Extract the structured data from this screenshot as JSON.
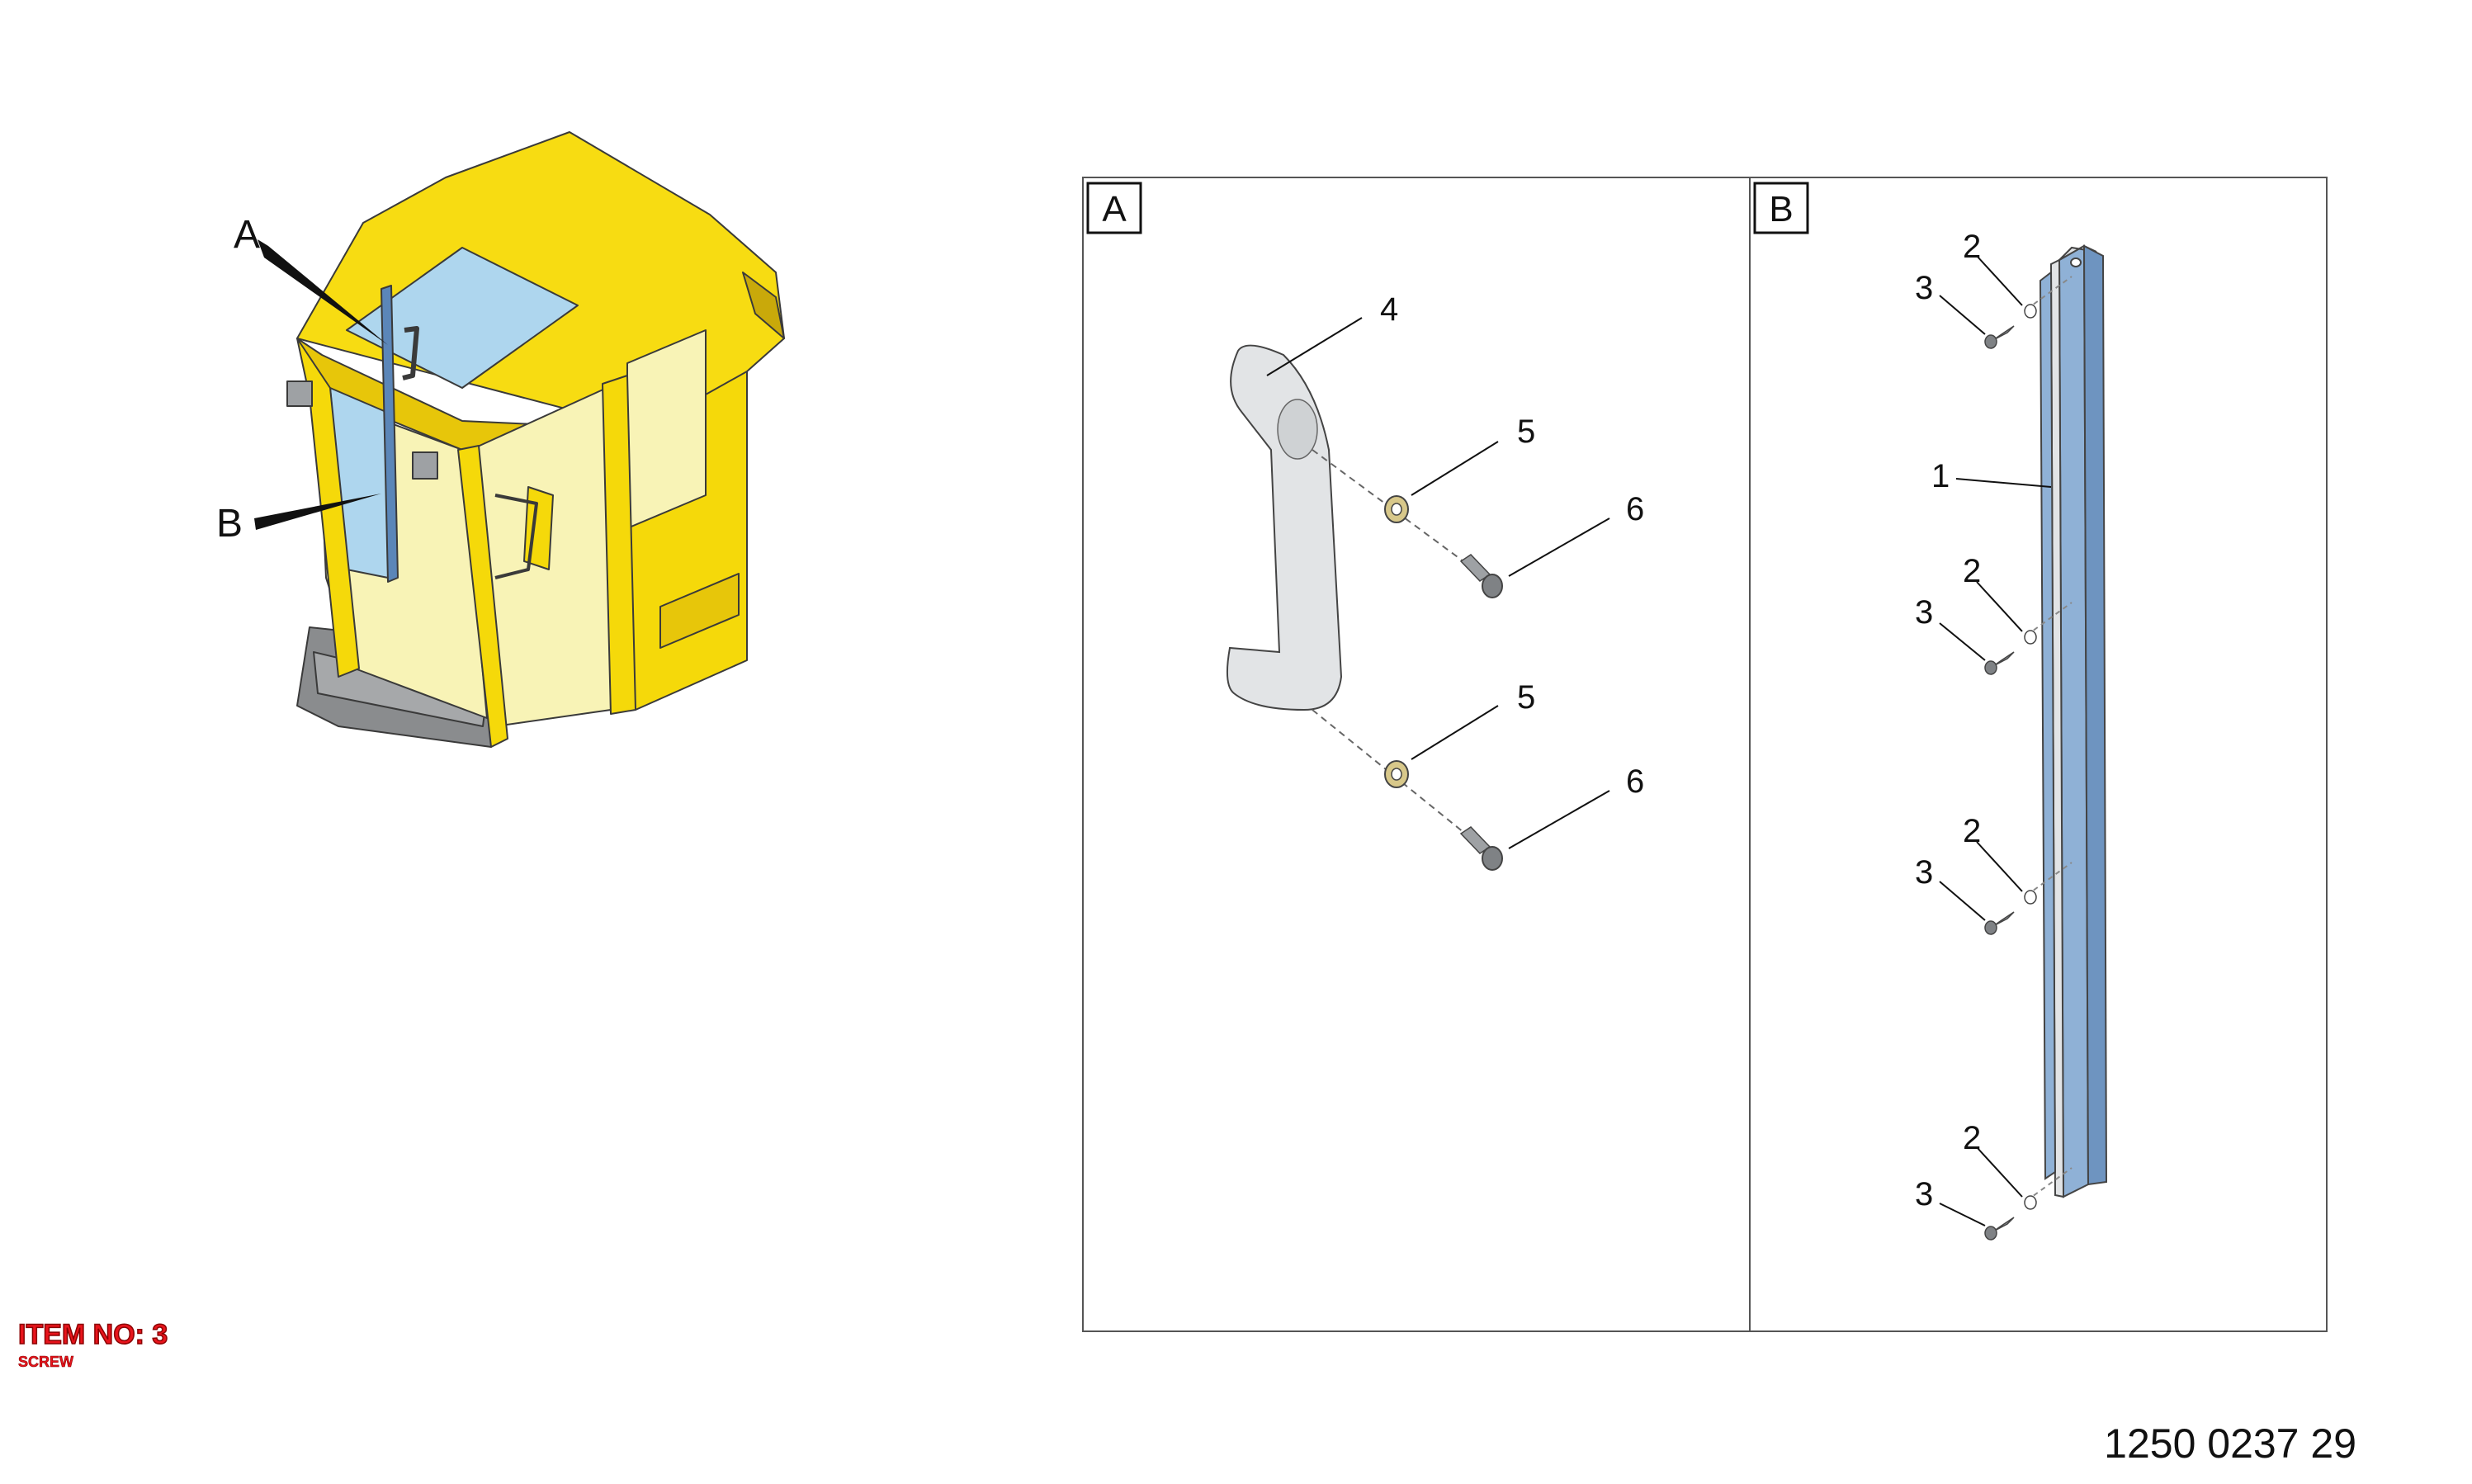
{
  "overview": {
    "callout_a": "A",
    "callout_b": "B"
  },
  "panels": [
    {
      "id": "A",
      "label": "A"
    },
    {
      "id": "B",
      "label": "B"
    }
  ],
  "detail_a": {
    "labels": {
      "handle": "4",
      "washer_top": "5",
      "screw_top": "6",
      "washer_bottom": "5",
      "screw_bottom": "6"
    }
  },
  "detail_b": {
    "rail_label": "1",
    "fastener_groups": [
      {
        "washer": "2",
        "screw": "3"
      },
      {
        "washer": "2",
        "screw": "3"
      },
      {
        "washer": "2",
        "screw": "3"
      },
      {
        "washer": "2",
        "screw": "3"
      }
    ]
  },
  "item": {
    "title": "ITEM NO: 3",
    "name": "SCREW"
  },
  "document_number": "1250 0237 29",
  "colors": {
    "cab_yellow": "#f5d90a",
    "glass": "#aed6ee",
    "rail_blue": "#8fb1d6",
    "handle_grey": "#e2e4e6",
    "washer": "#d8c88a",
    "item_red": "#e8141c"
  }
}
